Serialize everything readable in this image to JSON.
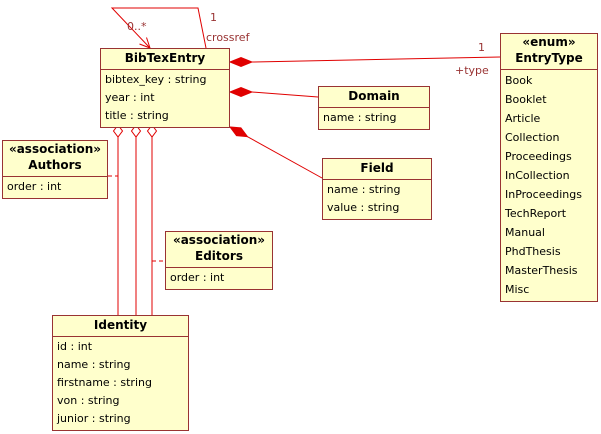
{
  "palette": {
    "background": "#ffffff",
    "class_fill": "#ffffcc",
    "border_color": "#993333",
    "line_color": "#e00000",
    "label_color": "#993333",
    "text_color": "#000000"
  },
  "classes": {
    "bibtexentry": {
      "title": "BibTexEntry",
      "attributes": [
        "bibtex_key : string",
        "year : int",
        "title : string"
      ]
    },
    "entrytype": {
      "stereotype": "«enum»",
      "title": "EntryType",
      "values": [
        "Book",
        "Booklet",
        "Article",
        "Collection",
        "Proceedings",
        "InCollection",
        "InProceedings",
        "TechReport",
        "Manual",
        "PhdThesis",
        "MasterThesis",
        "Misc"
      ]
    },
    "domain": {
      "title": "Domain",
      "attributes": [
        "name : string"
      ]
    },
    "field": {
      "title": "Field",
      "attributes": [
        "name : string",
        "value : string"
      ]
    },
    "authors": {
      "stereotype": "«association»",
      "title": "Authors",
      "attributes": [
        "order : int"
      ]
    },
    "editors": {
      "stereotype": "«association»",
      "title": "Editors",
      "attributes": [
        "order : int"
      ]
    },
    "identity": {
      "title": "Identity",
      "attributes": [
        "id : int",
        "name : string",
        "firstname : string",
        "von : string",
        "junior : string"
      ]
    }
  },
  "relations": {
    "crossref": {
      "source_multiplicity": "0..*",
      "target_multiplicity": "1",
      "target_role": "crossref"
    },
    "entry_type": {
      "target_multiplicity": "1",
      "target_role": "+type"
    }
  }
}
